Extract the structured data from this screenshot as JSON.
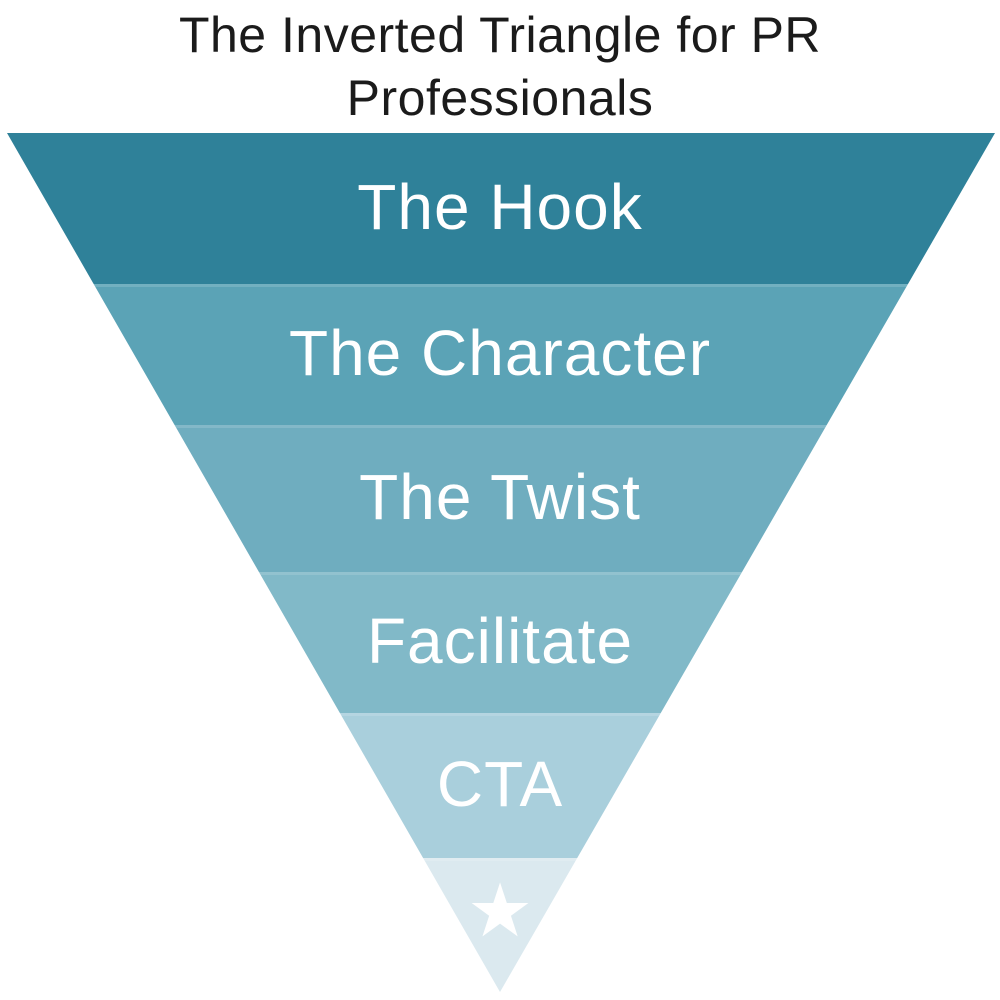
{
  "title": {
    "line1": "The Inverted Triangle for PR",
    "line2": "Professionals",
    "color": "#1b1b1b"
  },
  "funnel": {
    "label_color": "#ffffff",
    "layers": [
      {
        "label": "The Hook",
        "color": "#2f8199"
      },
      {
        "label": "The Character",
        "color": "#5ba3b6"
      },
      {
        "label": "The Twist",
        "color": "#6fadbf"
      },
      {
        "label": "Facilitate",
        "color": "#81b9c8"
      },
      {
        "label": "CTA",
        "color": "#a9cfdc"
      },
      {
        "label": "",
        "color": "#dbe9ef",
        "icon": "star-icon",
        "glyph": "★",
        "icon_color": "#ffffff"
      }
    ]
  }
}
